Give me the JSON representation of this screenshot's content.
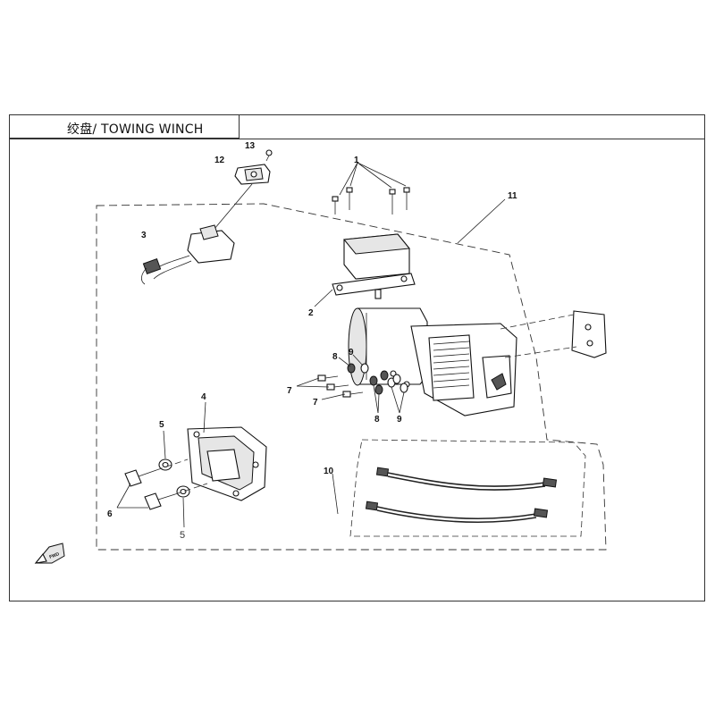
{
  "title": "绞盘/ TOWING WINCH",
  "callouts": {
    "c1": "1",
    "c2": "2",
    "c3": "3",
    "c4": "4",
    "c5a": "5",
    "c5b": "5",
    "c6": "6",
    "c7a": "7",
    "c7b": "7",
    "c8a": "8",
    "c8b": "8",
    "c9a": "9",
    "c9b": "9",
    "c10": "10",
    "c11": "11",
    "c12": "12",
    "c13": "13"
  },
  "fwd_label": "FWD"
}
